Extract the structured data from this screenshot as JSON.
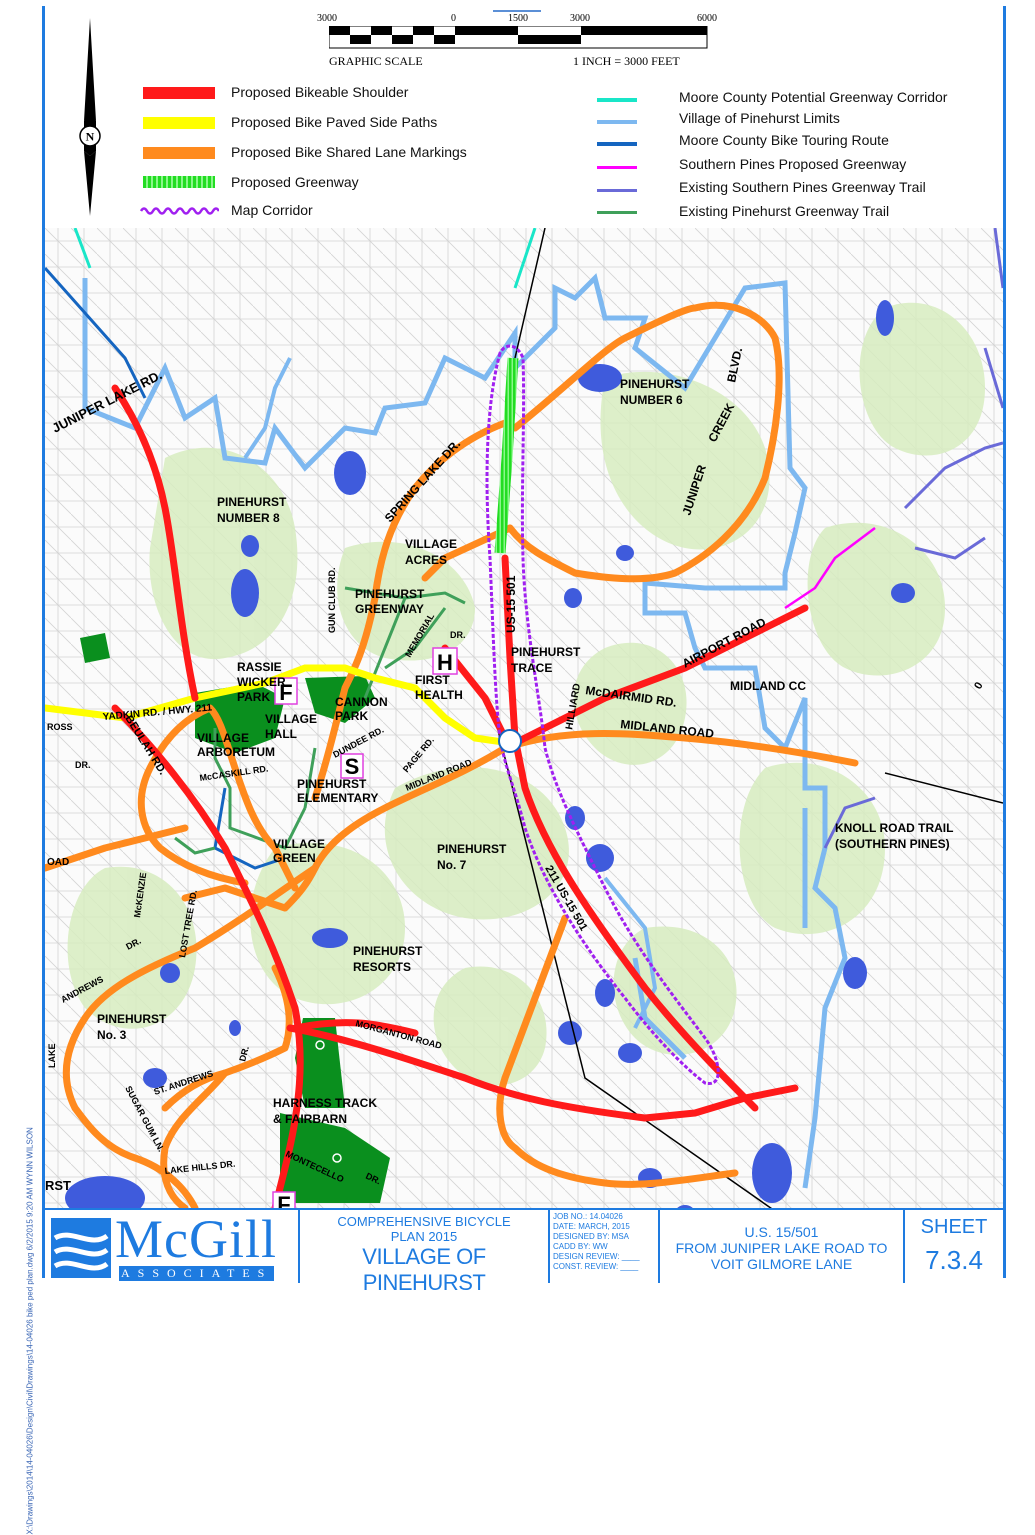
{
  "scale": {
    "ticks": [
      "3000",
      "0",
      "1500",
      "3000",
      "6000"
    ],
    "title": "GRAPHIC SCALE",
    "ratio": "1 INCH  = 3000 FEET"
  },
  "north_arrow": {
    "label": "N",
    "icon": "north-arrow-icon"
  },
  "legend": {
    "left": [
      {
        "label": "Proposed Bikeable Shoulder",
        "color": "#ff1a1a"
      },
      {
        "label": "Proposed Bike Paved Side Paths",
        "color": "#ffff00"
      },
      {
        "label": "Proposed Bike Shared Lane Markings",
        "color": "#ff8a1e"
      },
      {
        "label": "Proposed Greenway",
        "color": "#22dd22"
      },
      {
        "label": "Map Corridor",
        "color": "#a020f0"
      }
    ],
    "right": [
      {
        "label": "Moore County Potential Greenway Corridor",
        "color": "#19e6c8"
      },
      {
        "label": "Village of Pinehurst Limits",
        "color": "#7db8f0"
      },
      {
        "label": "Moore County Bike Touring Route",
        "color": "#1565c0"
      },
      {
        "label": "Southern Pines Proposed Greenway",
        "color": "#ff00ff"
      },
      {
        "label": "Existing Southern Pines Greenway Trail",
        "color": "#6a6ad8"
      },
      {
        "label": "Existing Pinehurst Greenway Trail",
        "color": "#3fa05a"
      }
    ]
  },
  "map_labels": {
    "juniper_lake_rd": "JUNIPER LAKE RD.",
    "pinehurst_no6_a": "PINEHURST",
    "pinehurst_no6_b": "NUMBER 6",
    "blvd": "BLVD.",
    "creek": "CREEK",
    "juniper": "JUNIPER",
    "spring_lake_dr": "SPRING LAKE DR.",
    "pinehurst_no8_a": "PINEHURST",
    "pinehurst_no8_b": "NUMBER 8",
    "village_acres_a": "VILLAGE",
    "village_acres_b": "ACRES",
    "us15_501_north": "US-15 501",
    "gun_club_rd": "GUN CLUB RD.",
    "pinehurst_greenway_a": "PINEHURST",
    "pinehurst_greenway_b": "GREENWAY",
    "memorial_dr": "MEMORIAL",
    "dr": "DR.",
    "hospital_symbol": "H",
    "pinehurst_trace_a": "PINEHURST",
    "pinehurst_trace_b": "TRACE",
    "airport_road": "AIRPORT ROAD",
    "rassie_a": "RASSIE",
    "rassie_b": "WICKER",
    "rassie_c": "PARK",
    "first_health_a": "FIRST",
    "first_health_b": "HEALTH",
    "mcdairmid": "McDAIRMID RD.",
    "hilliard": "HILLIARD",
    "midland_cc": "MIDLAND CC",
    "yadkin": "YADKIN RD. / HWY. 211",
    "fire_symbol": "F",
    "village_hall_a": "VILLAGE",
    "village_hall_b": "HALL",
    "cannon_a": "CANNON",
    "cannon_b": "PARK",
    "midland_road_east": "MIDLAND ROAD",
    "ross": "ROSS",
    "ross_dr": "DR.",
    "village_arb_a": "VILLAGE",
    "village_arb_b": "ARBORETUM",
    "dundee": "DUNDEE RD.",
    "beulah": "BEULAH RD.",
    "mccaskill": "McCASKILL RD.",
    "school_symbol": "S",
    "page_rd": "PAGE RD.",
    "midland_road_west": "MIDLAND ROAD",
    "elementary_a": "PINEHURST",
    "elementary_b": "ELEMENTARY",
    "knoll_a": "KNOLL ROAD TRAIL",
    "knoll_b": "(SOUTHERN PINES)",
    "village_green_a": "VILLAGE",
    "village_green_b": "GREEN",
    "pinehurst_no7_a": "PINEHURST",
    "pinehurst_no7_b": "No. 7",
    "oad": "OAD",
    "mckenzie": "McKENZIE",
    "lost_tree": "LOST TREE RD.",
    "us211": "211 US-15 501",
    "andrews_dr": "ANDREWS",
    "andrews_dr2": "DR.",
    "resorts_a": "PINEHURST",
    "resorts_b": "RESORTS",
    "pinehurst_no3_a": "PINEHURST",
    "pinehurst_no3_b": "No. 3",
    "morganton": "MORGANTON ROAD",
    "st_andrews": "ST. ANDREWS",
    "st_andrews_dr": "DR.",
    "lake": "LAKE",
    "sugar_gum": "SUGAR GUM LN.",
    "harness_a": "HARNESS TRACK",
    "harness_b": "& FAIRBARN",
    "lake_hills": "LAKE HILLS DR.",
    "montecello": "MONTECELLO",
    "montecello_dr": "DR.",
    "rst": "RST",
    "zero": "0",
    "fire_symbol_2": "F"
  },
  "side_path_text": "X:\\Drawings\\2014\\14-04026\\Design\\Civil\\Drawings\\14-04026 bike ped plan.dwg   6/2/2015 9:20 AM  WYNN WILSON",
  "title_block": {
    "logo_main": "McGill",
    "logo_sub": "ASSOCIATES",
    "plan_line1": "COMPREHENSIVE BICYCLE",
    "plan_line2": "PLAN 2015",
    "plan_title": "VILLAGE OF PINEHURST",
    "job_no": "JOB NO.:    14.04026",
    "date": "DATE:   MARCH, 2015",
    "designed_by": "DESIGNED BY:   MSA",
    "cadd_by": "CADD BY:   WW",
    "design_review": "DESIGN REVIEW: ____",
    "const_review": "CONST. REVIEW: ____",
    "route_line1": "U.S. 15/501",
    "route_line2": "FROM JUNIPER LAKE ROAD TO",
    "route_line3": "VOIT GILMORE LANE",
    "sheet_label": "SHEET",
    "sheet_no": "7.3.4"
  }
}
